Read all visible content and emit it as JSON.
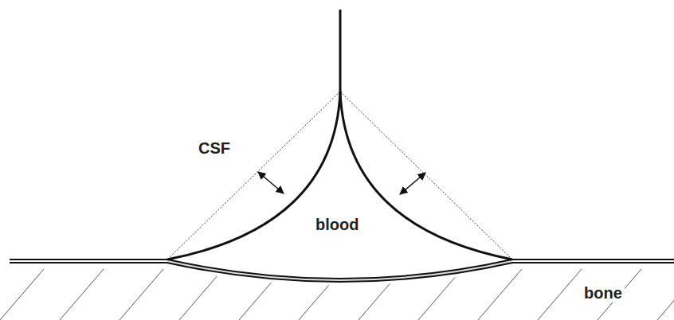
{
  "diagram": {
    "labels": [
      "CSF",
      "blood",
      "bone"
    ]
  }
}
